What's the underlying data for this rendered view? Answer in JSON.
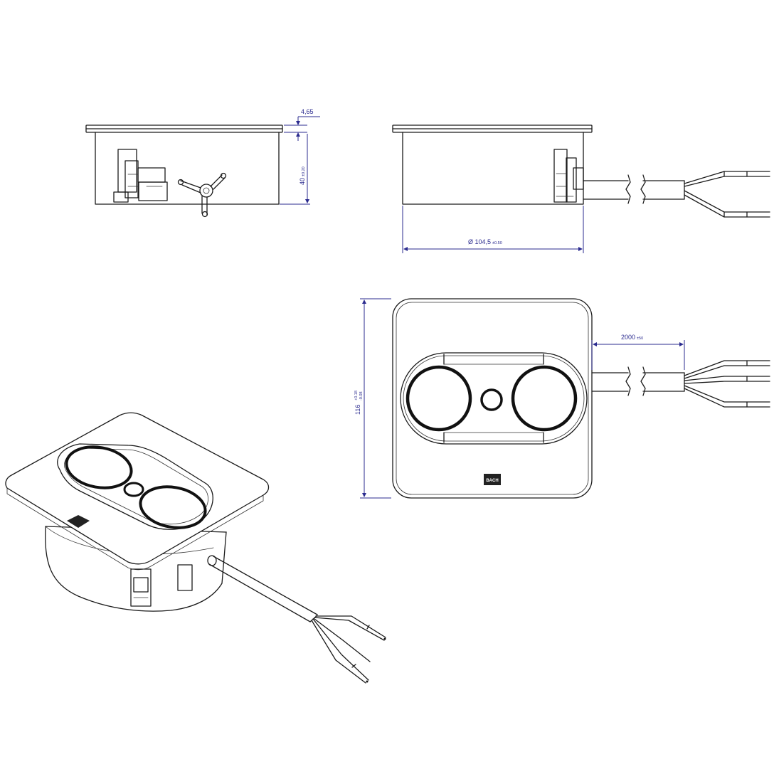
{
  "dimensions": {
    "plate_thickness": {
      "value": "4,65",
      "tolerance": ""
    },
    "body_height": {
      "value": "40",
      "tolerance": "±0.20"
    },
    "body_diameter": {
      "value": "Ø 104,5",
      "tolerance": "±0.50"
    },
    "plate_size": {
      "value": "116",
      "tolerance_upper": "+0.18",
      "tolerance_lower": "-0.08"
    },
    "cable_length": {
      "value": "2000",
      "tolerance": "±50"
    }
  },
  "logo": {
    "text": "BACH"
  },
  "colors": {
    "outline": "#1a1a1a",
    "dimension": "#2b2b8f",
    "background": "#ffffff"
  }
}
